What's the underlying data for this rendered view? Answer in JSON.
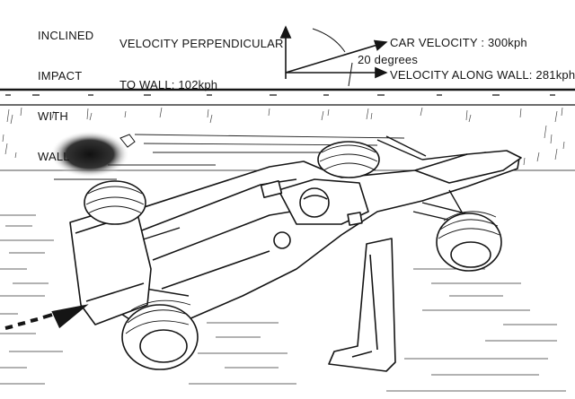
{
  "diagram": {
    "title_lines": [
      "INCLINED",
      "IMPACT",
      "WITH",
      "WALL"
    ],
    "perpendicular_lines": [
      "VELOCITY PERPENDICULAR",
      "TO WALL: 102kph"
    ],
    "car_velocity": "CAR VELOCITY : 300kph",
    "angle": "20 degrees",
    "along_wall": "VELOCITY ALONG WALL: 281kph",
    "colors": {
      "ink": "#151515",
      "paper": "#ffffff",
      "shadow": "#2a2a2a"
    }
  }
}
